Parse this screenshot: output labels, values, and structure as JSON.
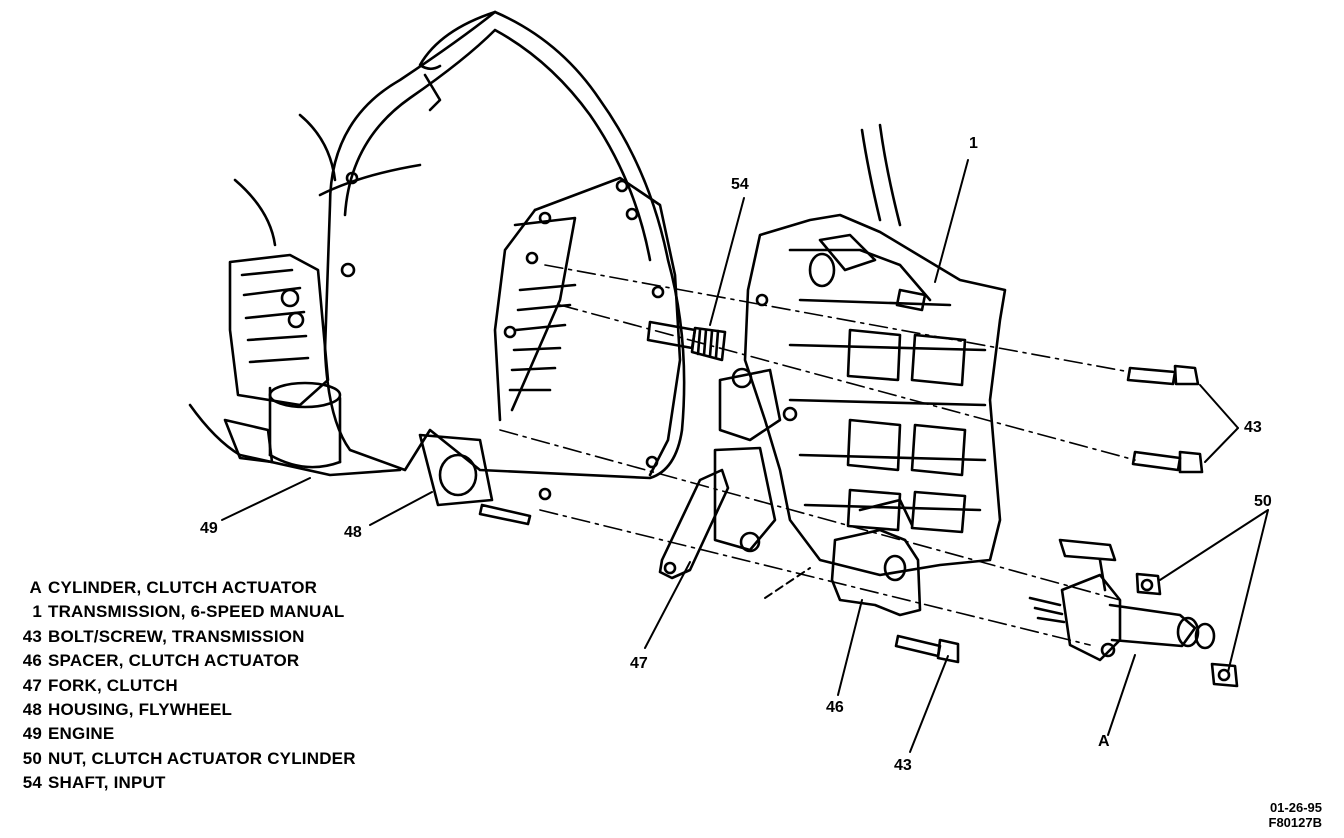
{
  "callouts": {
    "c1": "1",
    "c54": "54",
    "c43_right": "43",
    "c50": "50",
    "c49": "49",
    "c48": "48",
    "c47": "47",
    "c46": "46",
    "c43_bottom": "43",
    "cA": "A"
  },
  "legend": [
    {
      "key": "A",
      "desc": "CYLINDER, CLUTCH ACTUATOR"
    },
    {
      "key": "1",
      "desc": "TRANSMISSION, 6-SPEED MANUAL"
    },
    {
      "key": "43",
      "desc": "BOLT/SCREW, TRANSMISSION"
    },
    {
      "key": "46",
      "desc": "SPACER, CLUTCH ACTUATOR"
    },
    {
      "key": "47",
      "desc": "FORK, CLUTCH"
    },
    {
      "key": "48",
      "desc": "HOUSING, FLYWHEEL"
    },
    {
      "key": "49",
      "desc": "ENGINE"
    },
    {
      "key": "50",
      "desc": "NUT, CLUTCH ACTUATOR CYLINDER"
    },
    {
      "key": "54",
      "desc": "SHAFT, INPUT"
    }
  ],
  "figure_id": {
    "date": "01-26-95",
    "code": "F80127B"
  }
}
